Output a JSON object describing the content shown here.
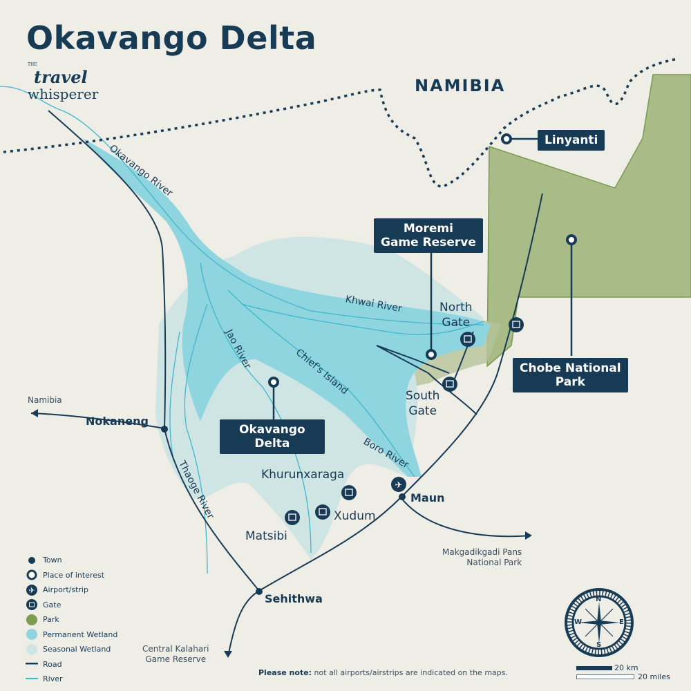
{
  "title": "Okavango Delta",
  "logo": {
    "the": "THE",
    "line1": "travel",
    "line2": "whisperer"
  },
  "country_label": "NAMIBIA",
  "callouts": {
    "linyanti": "Linyanti",
    "moremi": [
      "Moremi",
      "Game Reserve"
    ],
    "chobe": [
      "Chobe National",
      "Park"
    ],
    "okavango": [
      "Okavango",
      "Delta"
    ]
  },
  "rivers": {
    "okavango": "Okavango River",
    "khwai": "Khwai River",
    "jao": "Jao River",
    "chiefs_island": "Chief's Island",
    "boro": "Boro River",
    "thaoge": "Thaoge River"
  },
  "gates": {
    "north": [
      "North",
      "Gate"
    ],
    "south": [
      "South",
      "Gate"
    ]
  },
  "places": {
    "khurunxaraga": "Khurunxaraga",
    "xudum": "Xudum",
    "matsibi": "Matsibi"
  },
  "towns": {
    "nokaneng": "Nokaneng",
    "maun": "Maun",
    "sehithwa": "Sehithwa"
  },
  "destinations": {
    "namibia": "Namibia",
    "makgadikgadi": [
      "Makgadikgadi Pans",
      "National Park"
    ],
    "kalahari": [
      "Central Kalahari",
      "Game Reserve"
    ]
  },
  "legend": [
    {
      "label": "Town",
      "icon": "town-dot"
    },
    {
      "label": "Place of interest",
      "icon": "ring"
    },
    {
      "label": "Airport/strip",
      "icon": "airplane"
    },
    {
      "label": "Gate",
      "icon": "gate"
    },
    {
      "label": "Park",
      "icon": "park-swatch"
    },
    {
      "label": "Permanent Wetland",
      "icon": "permanent-swatch"
    },
    {
      "label": "Seasonal Wetland",
      "icon": "seasonal-swatch"
    },
    {
      "label": "Road",
      "icon": "road-line"
    },
    {
      "label": "River",
      "icon": "river-line"
    }
  ],
  "compass": {
    "n": "N",
    "e": "E",
    "s": "S",
    "w": "W"
  },
  "scale": {
    "km": "20 km",
    "miles": "20 miles"
  },
  "note": {
    "bold": "Please note:",
    "text": " not all airports/airstrips are indicated on the maps."
  },
  "colors": {
    "navy": "#173a55",
    "park": "#8ea86a",
    "permanent_wetland": "#8fd5df",
    "seasonal_wetland": "#cfe5e4",
    "river": "#3fb6cc",
    "background": "#eeede6"
  }
}
